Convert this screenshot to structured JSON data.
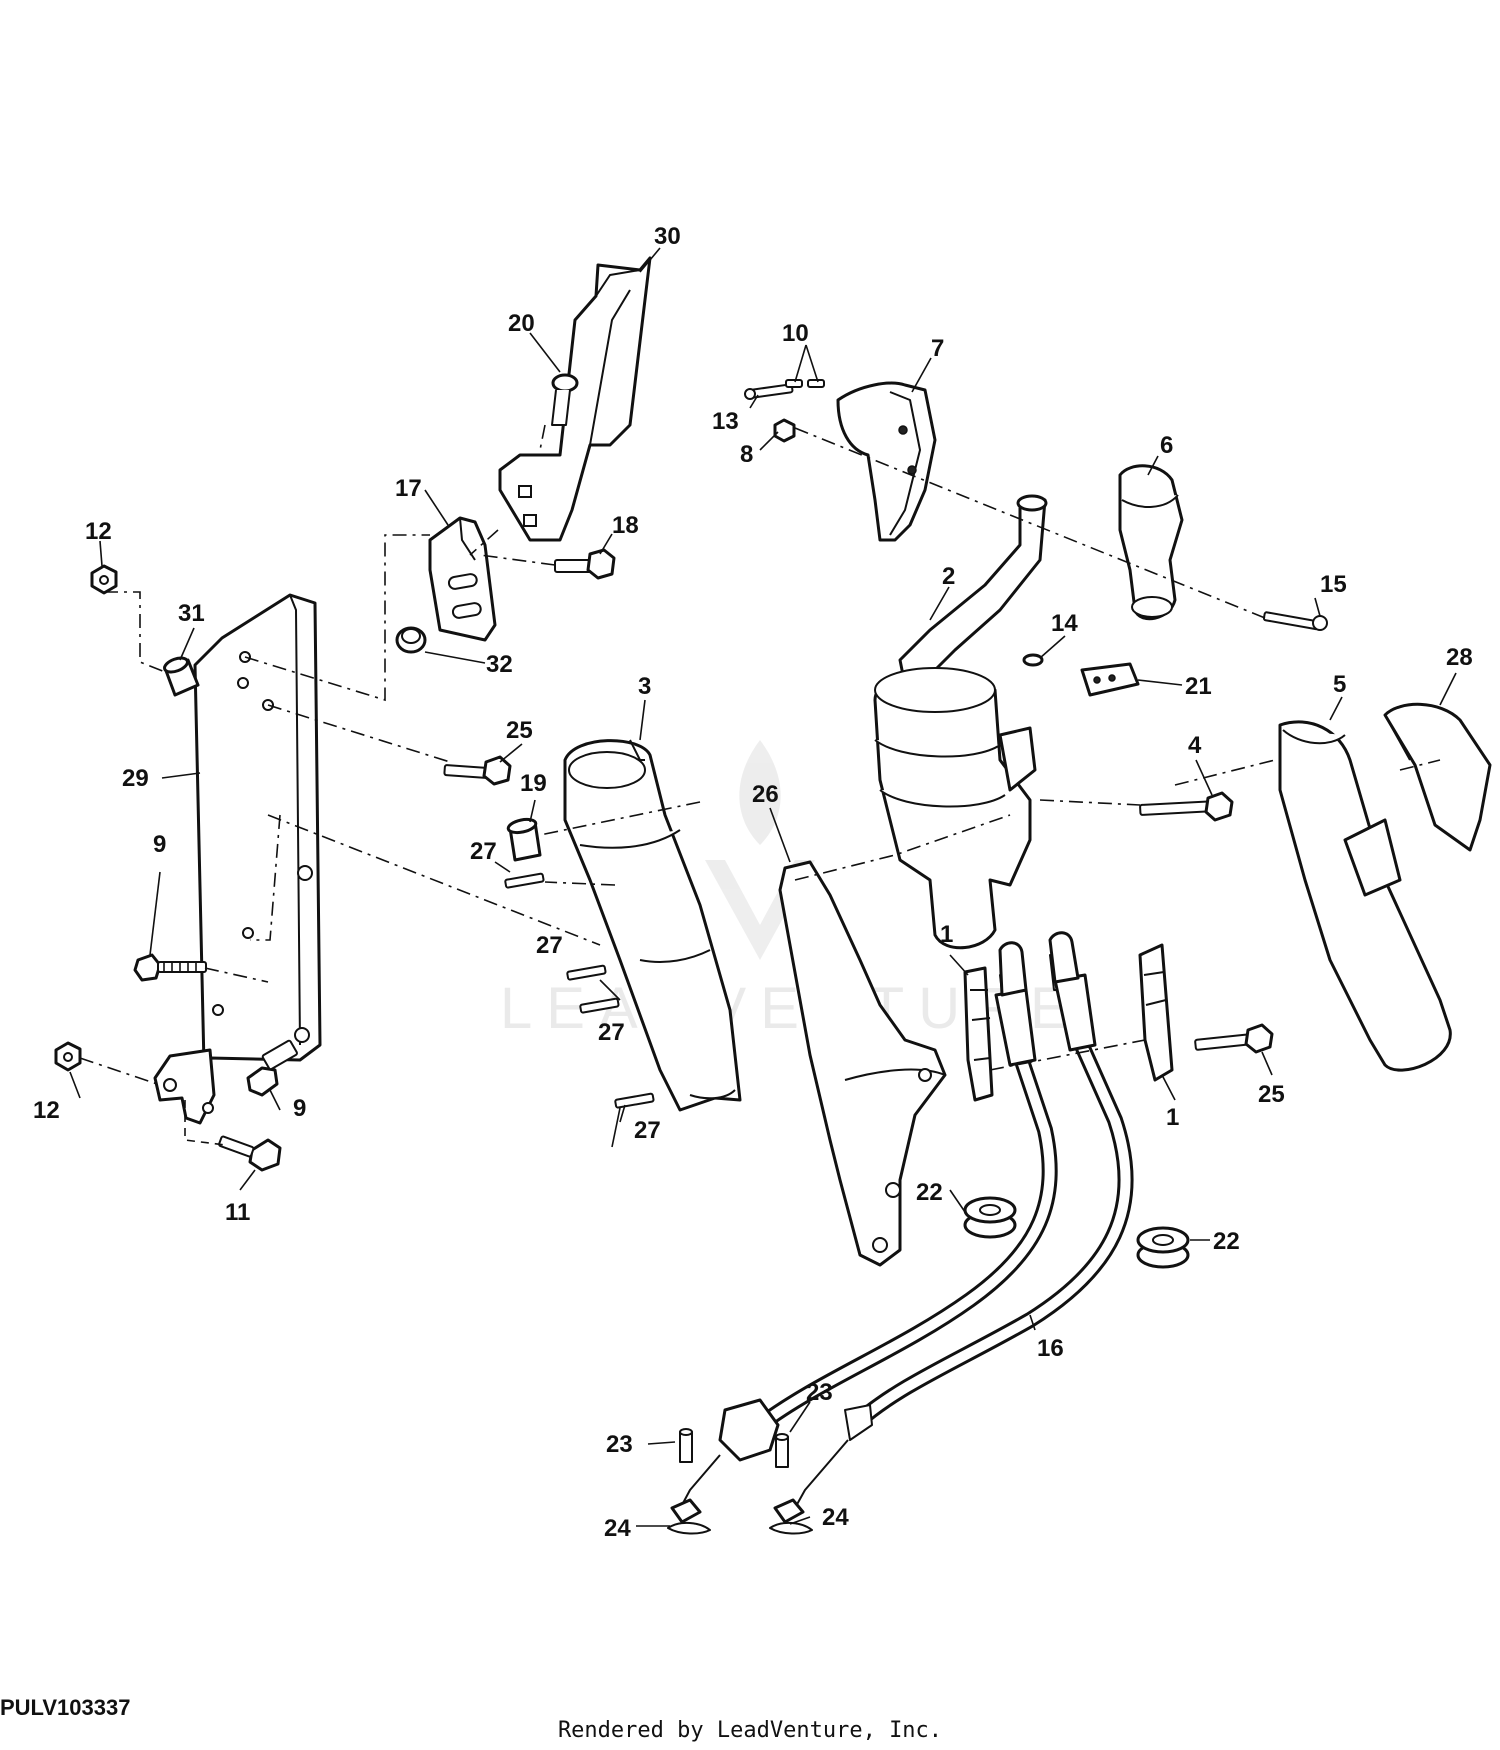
{
  "diagram": {
    "id": "PULV103337",
    "credit": "Rendered by LeadVenture, Inc.",
    "watermark_text": "LEADVENTURE",
    "callouts": [
      "30",
      "20",
      "10",
      "7",
      "13",
      "8",
      "6",
      "17",
      "18",
      "12",
      "31",
      "32",
      "2",
      "14",
      "15",
      "21",
      "28",
      "5",
      "3",
      "25",
      "19",
      "29",
      "4",
      "26",
      "27",
      "9",
      "27",
      "27",
      "1",
      "1",
      "12",
      "9",
      "25",
      "27",
      "11",
      "22",
      "22",
      "16",
      "23",
      "23",
      "24",
      "24"
    ]
  }
}
